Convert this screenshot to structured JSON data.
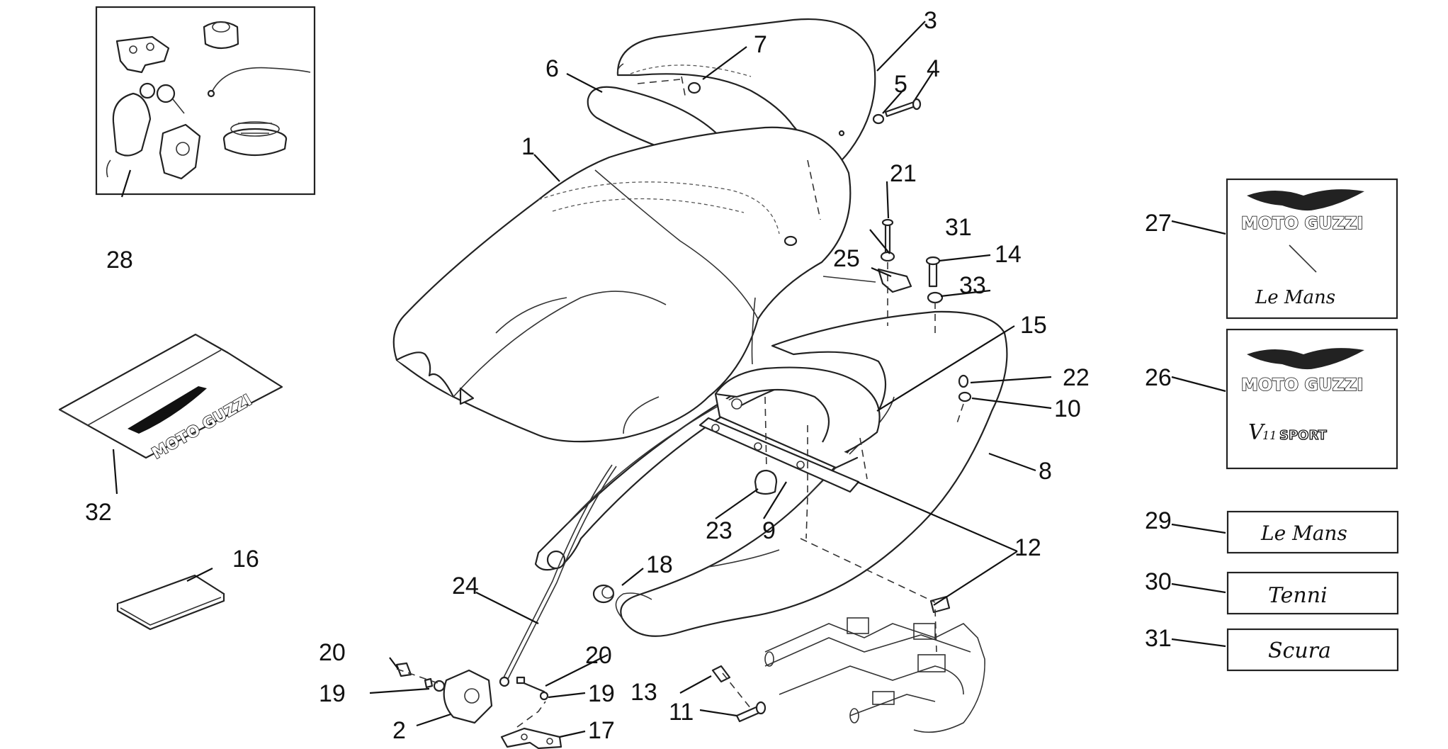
{
  "callouts": {
    "n1": "1",
    "n2": "2",
    "n3": "3",
    "n4": "4",
    "n5": "5",
    "n6": "6",
    "n7": "7",
    "n8": "8",
    "n9": "9",
    "n10": "10",
    "n11": "11",
    "n12": "12",
    "n13": "13",
    "n14": "14",
    "n15": "15",
    "n16": "16",
    "n17": "17",
    "n18": "18",
    "n19a": "19",
    "n19b": "19",
    "n20a": "20",
    "n20b": "20",
    "n21": "21",
    "n22": "22",
    "n23": "23",
    "n24": "24",
    "n25": "25",
    "n26": "26",
    "n27": "27",
    "n28": "28",
    "n29": "29",
    "n30": "30",
    "n31a": "31",
    "n31b": "31",
    "n32": "32",
    "n33": "33"
  },
  "decals": {
    "moto_guzzi_27": "MOTO GUZZI",
    "le_mans_27": "Le Mans",
    "moto_guzzi_26": "MOTO GUZZI",
    "v11_26": "V",
    "v11_sub_26": "11",
    "sport_26": "SPORT",
    "le_mans_29": "Le Mans",
    "tenni_30": "Tenni",
    "scura_31": "Scura",
    "cover_32": "MOTO GUZZI"
  }
}
